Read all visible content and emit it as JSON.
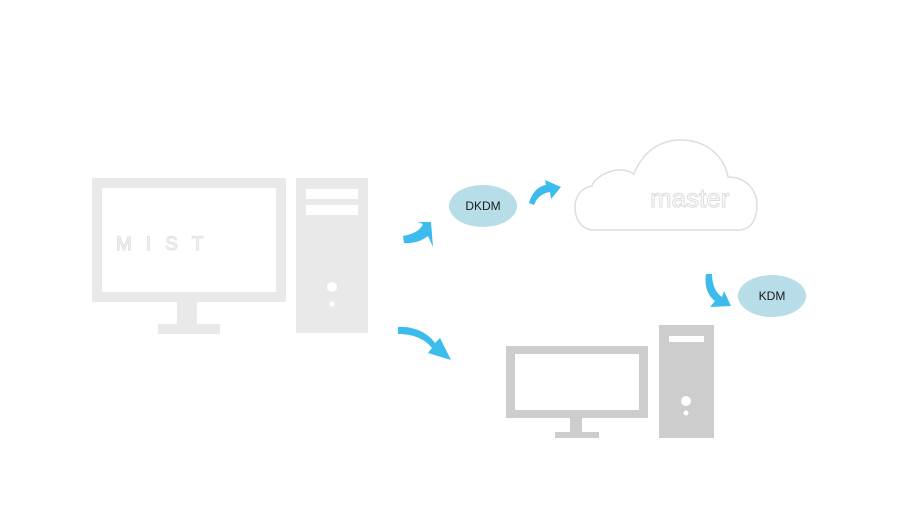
{
  "colors": {
    "source_computer": "#e9e9e9",
    "target_computer": "#cdcdcd",
    "arrow": "#3bbcec",
    "bubble": "#b7dde8",
    "cloud_outline": "#dddddd"
  },
  "source_computer": {
    "screen_text": "MIST"
  },
  "cloud": {
    "label": "master"
  },
  "bubbles": {
    "dkdm": "DKDM",
    "kdm": "KDM"
  },
  "icons": {
    "arrow": "curved-arrow-icon",
    "computer": "desktop-computer-icon",
    "cloud": "cloud-icon"
  }
}
